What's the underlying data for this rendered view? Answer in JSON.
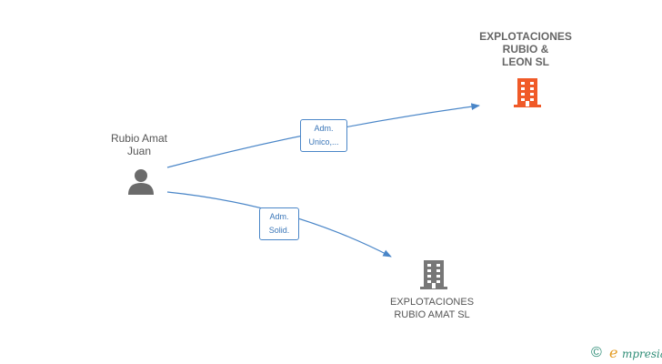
{
  "nodes": {
    "person": {
      "label": "Rubio Amat\nJuan"
    },
    "company_main": {
      "label": "EXPLOTACIONES\nRUBIO &\nLEON  SL"
    },
    "company_sub": {
      "label": "EXPLOTACIONES\nRUBIO AMAT SL"
    }
  },
  "edges": [
    {
      "label": "Adm.\nUnico,..."
    },
    {
      "label": "Adm.\nSolid."
    }
  ],
  "colors": {
    "edge": "#4a86c8",
    "company_main_icon": "#f05a28",
    "company_sub_icon": "#777777",
    "person_icon": "#6b6b6b",
    "brand_green": "#2f8d77",
    "brand_orange": "#e39a20"
  },
  "icons": {
    "person": "person-icon",
    "company_main": "building-icon",
    "company_sub": "building-icon"
  },
  "watermark": {
    "symbol": "©",
    "mark": "e",
    "name": "mpresia"
  }
}
